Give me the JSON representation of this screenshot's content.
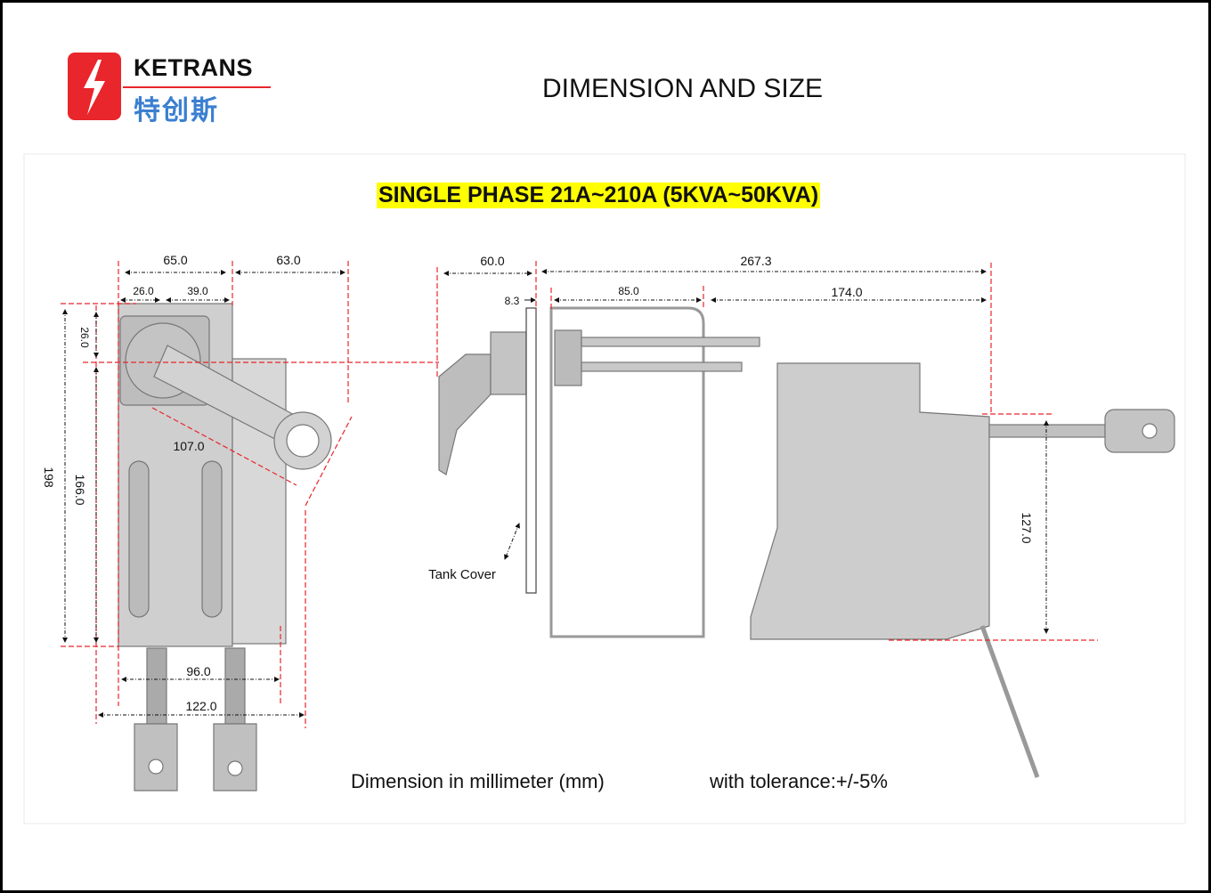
{
  "logo": {
    "brand_en": "KETRANS",
    "brand_cn": "特创斯"
  },
  "header": {
    "title": "DIMENSION AND SIZE"
  },
  "subtitle": "SINGLE PHASE 21A~210A (5KVA~50KVA)",
  "front_view": {
    "dims": {
      "width_top": "65.0",
      "arm_reach": "63.0",
      "left_offset": "26.0",
      "right_offset": "39.0",
      "top_offset": "26.0",
      "total_height": "198",
      "lower_height": "166.0",
      "arm_length": "107.0",
      "base_inner": "96.0",
      "base_outer": "122.0"
    }
  },
  "side_view": {
    "dims": {
      "handle_depth": "60.0",
      "cover_thickness": "8.3",
      "overall_length": "267.3",
      "bracket_width": "85.0",
      "body_length": "174.0",
      "body_height": "127.0"
    },
    "tank_cover_label": "Tank Cover"
  },
  "footer": {
    "units": "Dimension in millimeter (mm)",
    "tolerance": "with tolerance:+/-5%"
  },
  "colors": {
    "dimension_line": "#e8262b",
    "highlight": "#ffff00",
    "part": "#c8c8c8"
  }
}
